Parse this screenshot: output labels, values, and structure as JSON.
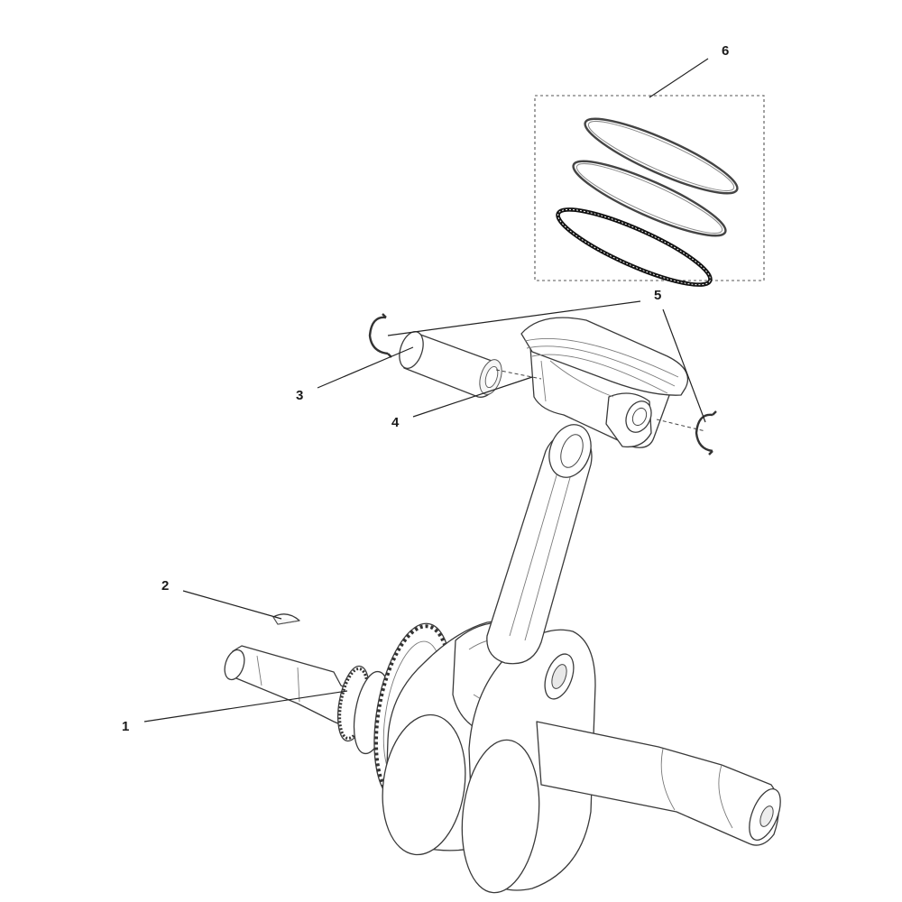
{
  "callouts": [
    {
      "id": "1",
      "label": "1",
      "part": "crankshaft"
    },
    {
      "id": "2",
      "label": "2",
      "part": "woodruff-key"
    },
    {
      "id": "3",
      "label": "3",
      "part": "piston-pin"
    },
    {
      "id": "4",
      "label": "4",
      "part": "piston"
    },
    {
      "id": "5",
      "label": "5",
      "part": "circlip"
    },
    {
      "id": "6",
      "label": "6",
      "part": "piston-ring-set"
    }
  ]
}
